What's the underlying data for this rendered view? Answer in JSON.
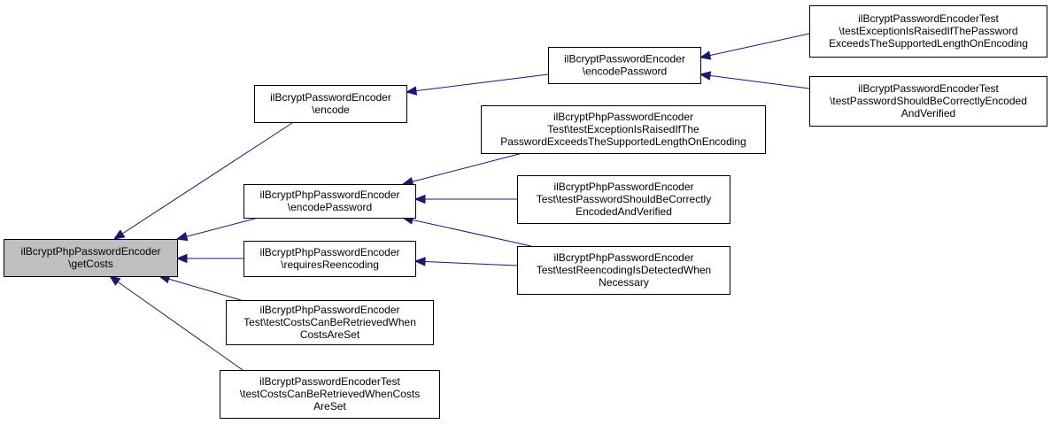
{
  "graph": {
    "nodes": [
      {
        "id": "getCosts",
        "root": true,
        "lines": [
          "ilBcryptPhpPasswordEncoder",
          "\\getCosts"
        ]
      },
      {
        "id": "encode",
        "lines": [
          "ilBcryptPasswordEncoder",
          "\\encode"
        ]
      },
      {
        "id": "phpEncodePassword",
        "lines": [
          "ilBcryptPhpPasswordEncoder",
          "\\encodePassword"
        ]
      },
      {
        "id": "requiresReencoding",
        "lines": [
          "ilBcryptPhpPasswordEncoder",
          "\\requiresReencoding"
        ]
      },
      {
        "id": "phpTestCosts",
        "lines": [
          "ilBcryptPhpPasswordEncoder",
          "Test\\testCostsCanBeRetrievedWhen",
          "CostsAreSet"
        ]
      },
      {
        "id": "testCosts",
        "lines": [
          "ilBcryptPasswordEncoderTest",
          "\\testCostsCanBeRetrievedWhenCosts",
          "AreSet"
        ]
      },
      {
        "id": "encodePassword",
        "lines": [
          "ilBcryptPasswordEncoder",
          "\\encodePassword"
        ]
      },
      {
        "id": "phpTestException",
        "lines": [
          "ilBcryptPhpPasswordEncoder",
          "Test\\testExceptionIsRaisedIfThe",
          "PasswordExceedsTheSupportedLengthOnEncoding"
        ]
      },
      {
        "id": "phpTestCorrect",
        "lines": [
          "ilBcryptPhpPasswordEncoder",
          "Test\\testPasswordShouldBeCorrectly",
          "EncodedAndVerified"
        ]
      },
      {
        "id": "phpTestReencoding",
        "lines": [
          "ilBcryptPhpPasswordEncoder",
          "Test\\testReencodingIsDetectedWhen",
          "Necessary"
        ]
      },
      {
        "id": "testException",
        "lines": [
          "ilBcryptPasswordEncoderTest",
          "\\testExceptionIsRaisedIfThePassword",
          "ExceedsTheSupportedLengthOnEncoding"
        ]
      },
      {
        "id": "testCorrect",
        "lines": [
          "ilBcryptPasswordEncoderTest",
          "\\testPasswordShouldBeCorrectlyEncoded",
          "AndVerified"
        ]
      }
    ],
    "edges": [
      {
        "from": "encode",
        "to": "getCosts"
      },
      {
        "from": "phpEncodePassword",
        "to": "getCosts"
      },
      {
        "from": "requiresReencoding",
        "to": "getCosts"
      },
      {
        "from": "phpTestCosts",
        "to": "getCosts"
      },
      {
        "from": "testCosts",
        "to": "getCosts"
      },
      {
        "from": "encodePassword",
        "to": "encode"
      },
      {
        "from": "phpTestException",
        "to": "phpEncodePassword"
      },
      {
        "from": "phpTestCorrect",
        "to": "phpEncodePassword"
      },
      {
        "from": "phpTestReencoding",
        "to": "phpEncodePassword"
      },
      {
        "from": "phpTestReencoding",
        "to": "requiresReencoding"
      },
      {
        "from": "testException",
        "to": "encodePassword"
      },
      {
        "from": "testCorrect",
        "to": "encodePassword"
      }
    ]
  }
}
